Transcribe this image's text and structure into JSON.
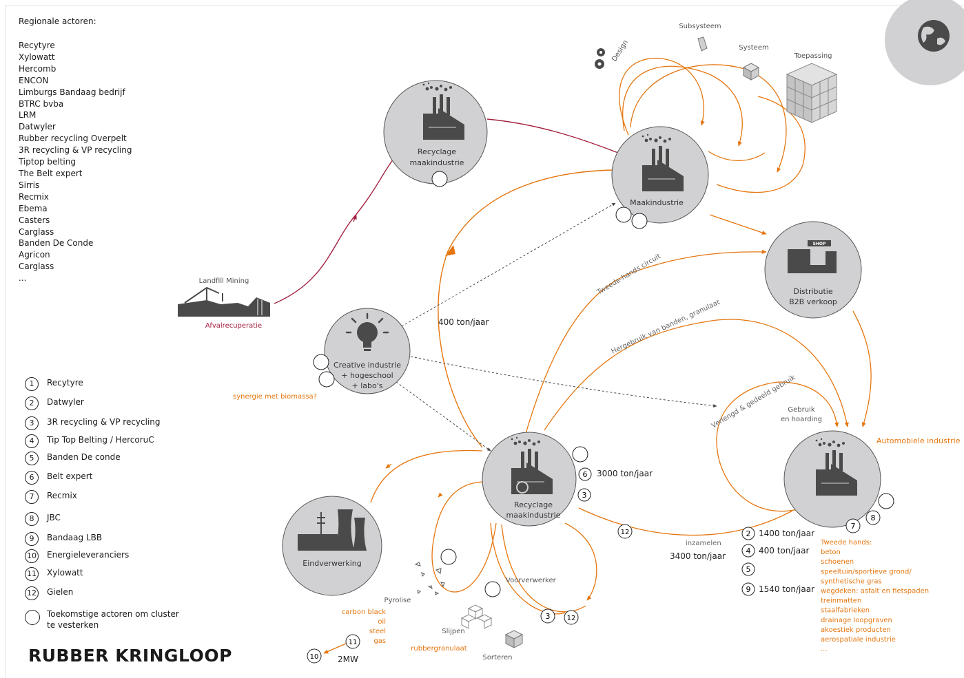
{
  "title": "RUBBER KRINGLOOP",
  "regional_actors": {
    "heading": "Regionale actoren:",
    "items": [
      "Recytyre",
      "Xylowatt",
      "Hercomb",
      "ENCON",
      "Limburgs Bandaag bedrijf",
      "BTRC bvba",
      "LRM",
      "Datwyler",
      "Rubber recycling Overpelt",
      "3R recycling & VP recycling",
      "Tiptop belting",
      "The Belt expert",
      "Sirris",
      "Recmix",
      "Ebema",
      "Casters",
      "Carglass",
      "Banden De Conde",
      "Agricon",
      "Carglass",
      "..."
    ]
  },
  "legend": {
    "items": [
      {
        "num": "1",
        "label": "Recytyre"
      },
      {
        "num": "2",
        "label": "Datwyler"
      },
      {
        "num": "3",
        "label": "3R recycling & VP recycling"
      },
      {
        "num": "4",
        "label": "Tip Top Belting / HercoruC"
      },
      {
        "num": "5",
        "label": "Banden De conde"
      },
      {
        "num": "6",
        "label": "Belt expert"
      },
      {
        "num": "7",
        "label": "Recmix"
      },
      {
        "num": "8",
        "label": "JBC"
      },
      {
        "num": "9",
        "label": "Bandaag LBB"
      },
      {
        "num": "10",
        "label": "Energieleveranciers"
      },
      {
        "num": "11",
        "label": "Xylowatt"
      },
      {
        "num": "12",
        "label": "Gielen"
      }
    ],
    "future_line1": "Toekomstige actoren om cluster",
    "future_line2": "te vesterken"
  },
  "nodes": {
    "recyclage_top": {
      "line1": "Recyclage",
      "line2": "maakindustrie"
    },
    "maakindustrie": {
      "label": "Maakindustrie"
    },
    "distributie": {
      "line1": "Distributie",
      "line2": "B2B verkoop",
      "shop": "SHOP"
    },
    "creative": {
      "line1": "Creative industrie",
      "line2": "+ hogeschool",
      "line3": "+ labo's"
    },
    "recyclage_bottom": {
      "line1": "Recyclage",
      "line2": "maakindustrie"
    },
    "eindverwerking": {
      "label": "Eindverwerking"
    },
    "automobiel": {
      "label": "Automobiele industrie"
    }
  },
  "design_stages": {
    "design": "Design",
    "subsysteem": "Subsysteem",
    "systeem": "Systeem",
    "toepassing": "Toepassing"
  },
  "flows": {
    "tweedehands": "Tweede-hands circuit",
    "hergebruik": "Hergebruik van banden, granulaat",
    "verlengd": "Verlengd & gedeeld gebruik",
    "inzamelen": "inzamelen",
    "ton_400": "400 ton/jaar",
    "ton_3000": "3000 ton/jaar",
    "ton_3400": "3400 ton/jaar",
    "gebruik_1": "Gebruik",
    "gebruik_2": "en hoarding"
  },
  "landfill": {
    "label": "Landfill Mining",
    "sub": "Afvalrecuperatie"
  },
  "synergie": "synergie met biomassa?",
  "processing": {
    "voorverwerker": "Voorverwerker",
    "pyrolise": "Pyrolise",
    "slijpen": "Slijpen",
    "sorteren": "Sorteren",
    "rubbergranulaat": "rubbergranulaat"
  },
  "pyrolysis_outputs": [
    "carbon black",
    "oil",
    "steel",
    "gas"
  ],
  "power": "2MW",
  "actor_quantities": [
    {
      "num": "2",
      "value": "1400 ton/jaar"
    },
    {
      "num": "4",
      "value": "400 ton/jaar"
    },
    {
      "num": "5",
      "value": ""
    },
    {
      "num": "9",
      "value": "1540 ton/jaar"
    }
  ],
  "tweede_hands_list": [
    "Tweede hands:",
    "beton",
    "schoenen",
    "speeltuin/sportieve grond/",
    "synthetische gras",
    "wegdeken: asfalt en fietspaden",
    "treinmatten",
    "staalfabrieken",
    "drainage loopgraven",
    "akoestiek producten",
    "aerospatiale industrie",
    "..."
  ],
  "colors": {
    "orange": "#e5760f",
    "crimson": "#a3203f",
    "node": "#d1d1d3",
    "icon": "#4a4a4a"
  }
}
